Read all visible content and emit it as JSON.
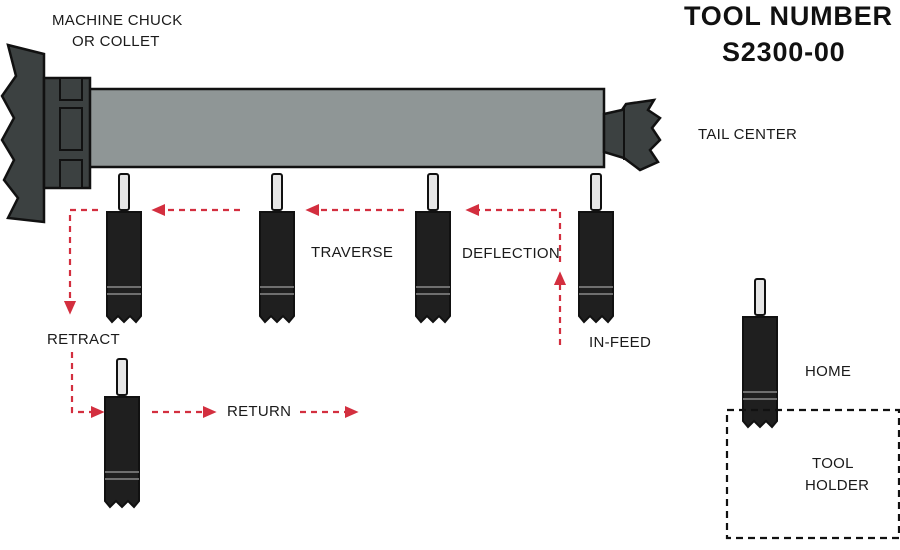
{
  "title": {
    "line1": "TOOL NUMBER",
    "line2": "S2300-00"
  },
  "labels": {
    "chuck_line1": "MACHINE CHUCK",
    "chuck_line2": "OR COLLET",
    "tail_center": "TAIL CENTER",
    "traverse": "TRAVERSE",
    "deflection": "DEFLECTION",
    "retract": "RETRACT",
    "in_feed": "IN-FEED",
    "return": "RETURN",
    "home": "HOME",
    "tool_holder_line1": "TOOL",
    "tool_holder_line2": "HOLDER"
  },
  "colors": {
    "workpiece": "#8f9696",
    "chuck": "#3c4141",
    "tool_body": "#1f1f1f",
    "tool_tip": "#e6e6e6",
    "arrow": "#d32f3f",
    "outline": "#111111"
  }
}
